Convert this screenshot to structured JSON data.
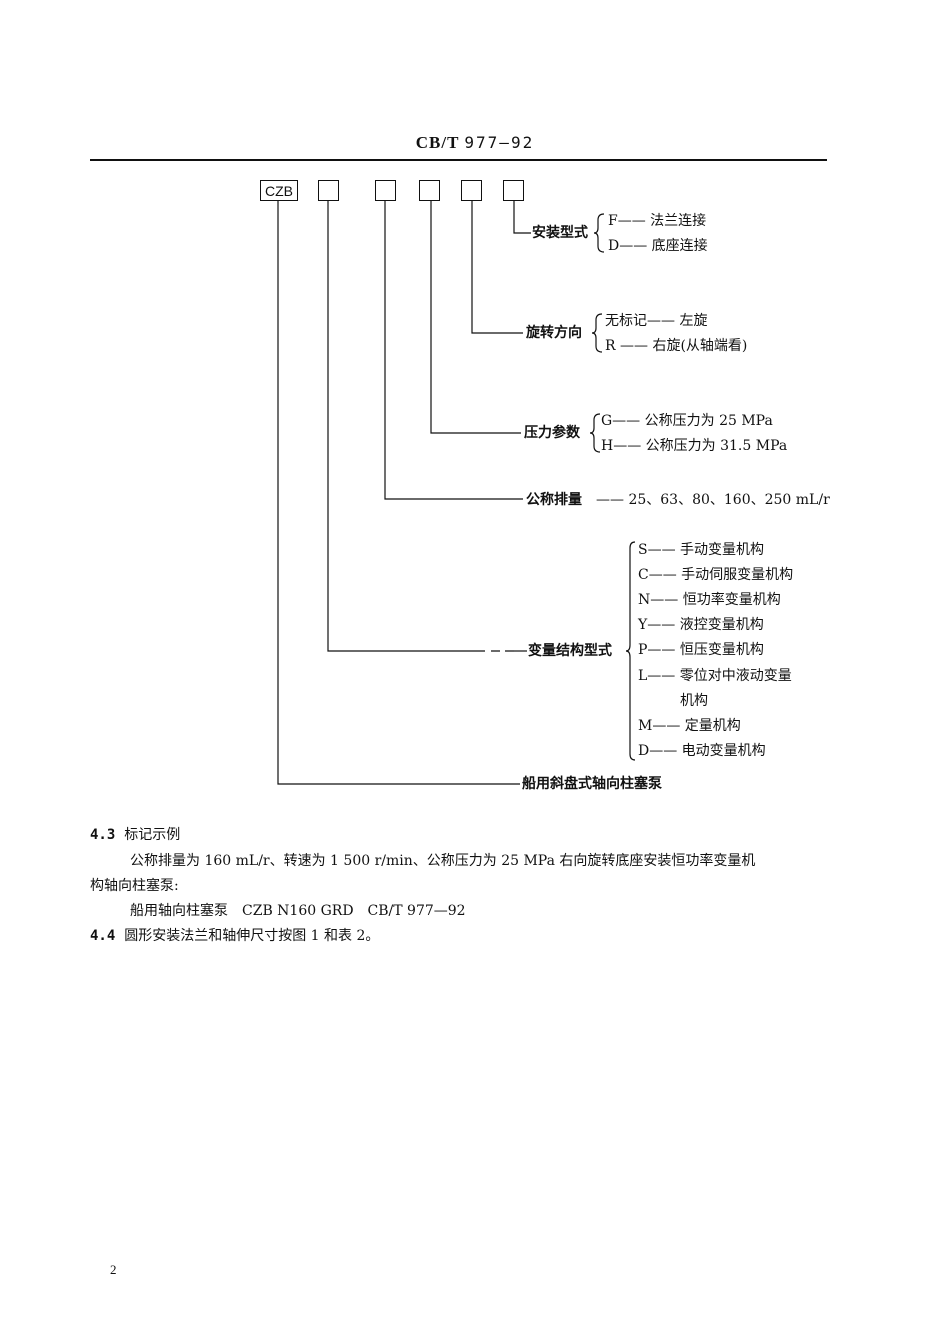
{
  "header": {
    "code": "CB/T",
    "number": "977—92"
  },
  "designation": {
    "prefix": "CZB",
    "branches": {
      "mounting": {
        "label": "安装型式",
        "options": [
          "F—— 法兰连接",
          "D—— 底座连接"
        ]
      },
      "rotation": {
        "label": "旋转方向",
        "options": [
          "无标记—— 左旋",
          "R —— 右旋(从轴端看)"
        ]
      },
      "pressure": {
        "label": "压力参数",
        "options": [
          "G—— 公称压力为 25 MPa",
          "H—— 公称压力为 31.5 MPa"
        ]
      },
      "displacement": {
        "label": "公称排量",
        "value": "—— 25、63、80、160、250 mL/r"
      },
      "control": {
        "label": "变量结构型式",
        "options": [
          "S—— 手动变量机构",
          "C—— 手动伺服变量机构",
          "N—— 恒功率变量机构",
          "Y—— 液控变量机构",
          "P—— 恒压变量机构",
          "L—— 零位对中液动变量",
          "机构",
          "M—— 定量机构",
          "D—— 电动变量机构"
        ]
      },
      "product": {
        "label": "船用斜盘式轴向柱塞泵"
      }
    }
  },
  "section_4_3": {
    "number": "4.3",
    "title": "标记示例",
    "line1": "公称排量为 160 mL/r、转速为 1 500 r/min、公称压力为 25 MPa 右向旋转底座安装恒功率变量机",
    "line2": "构轴向柱塞泵:",
    "example": "船用轴向柱塞泵　CZB N160 GRD　CB/T 977—92"
  },
  "section_4_4": {
    "number": "4.4",
    "text": "圆形安装法兰和轴伸尺寸按图 1 和表 2。"
  },
  "page_number": "2"
}
